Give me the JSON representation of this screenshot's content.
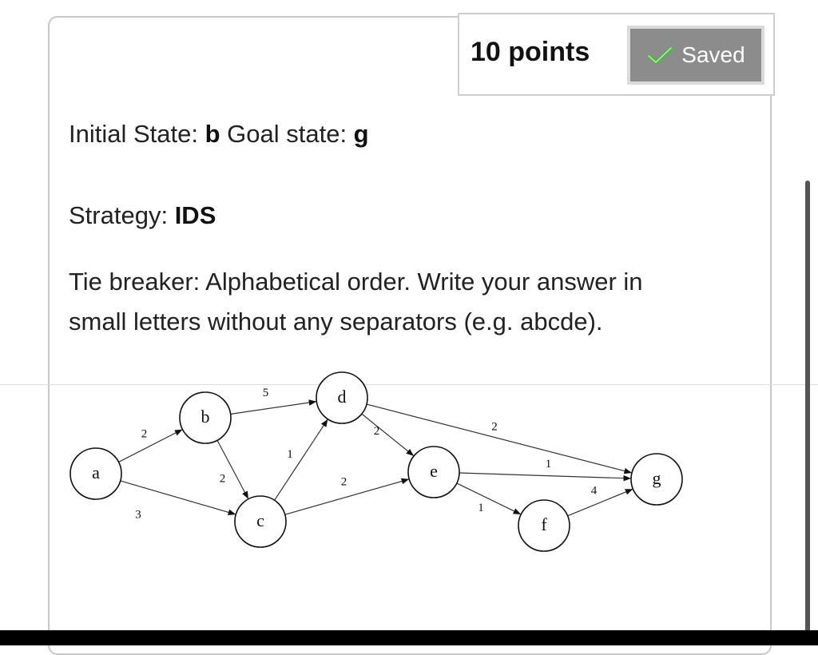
{
  "header": {
    "points": "10 points",
    "saved_label": "Saved",
    "saved_icon": "check-icon"
  },
  "question": {
    "initial_label": "Initial State: ",
    "initial_value": "b",
    "goal_label": " Goal state: ",
    "goal_value": "g",
    "strategy_label": "Strategy: ",
    "strategy_value": "IDS",
    "tie_breaker_line1": "Tie breaker: Alphabetical order. Write your answer in",
    "tie_breaker_line2": "small letters without any separators (e.g. abcde)."
  },
  "graph": {
    "nodes": [
      "a",
      "b",
      "c",
      "d",
      "e",
      "f",
      "g"
    ],
    "edges": [
      {
        "from": "a",
        "to": "b",
        "weight": "2"
      },
      {
        "from": "a",
        "to": "c",
        "weight": "3"
      },
      {
        "from": "b",
        "to": "d",
        "weight": "5"
      },
      {
        "from": "b",
        "to": "c",
        "weight": "2"
      },
      {
        "from": "c",
        "to": "d",
        "weight": "1"
      },
      {
        "from": "c",
        "to": "e",
        "weight": "2"
      },
      {
        "from": "d",
        "to": "e",
        "weight": "2"
      },
      {
        "from": "d",
        "to": "g",
        "weight": "2"
      },
      {
        "from": "e",
        "to": "g",
        "weight": "1"
      },
      {
        "from": "e",
        "to": "f",
        "weight": "1"
      },
      {
        "from": "f",
        "to": "g",
        "weight": "4"
      }
    ]
  }
}
